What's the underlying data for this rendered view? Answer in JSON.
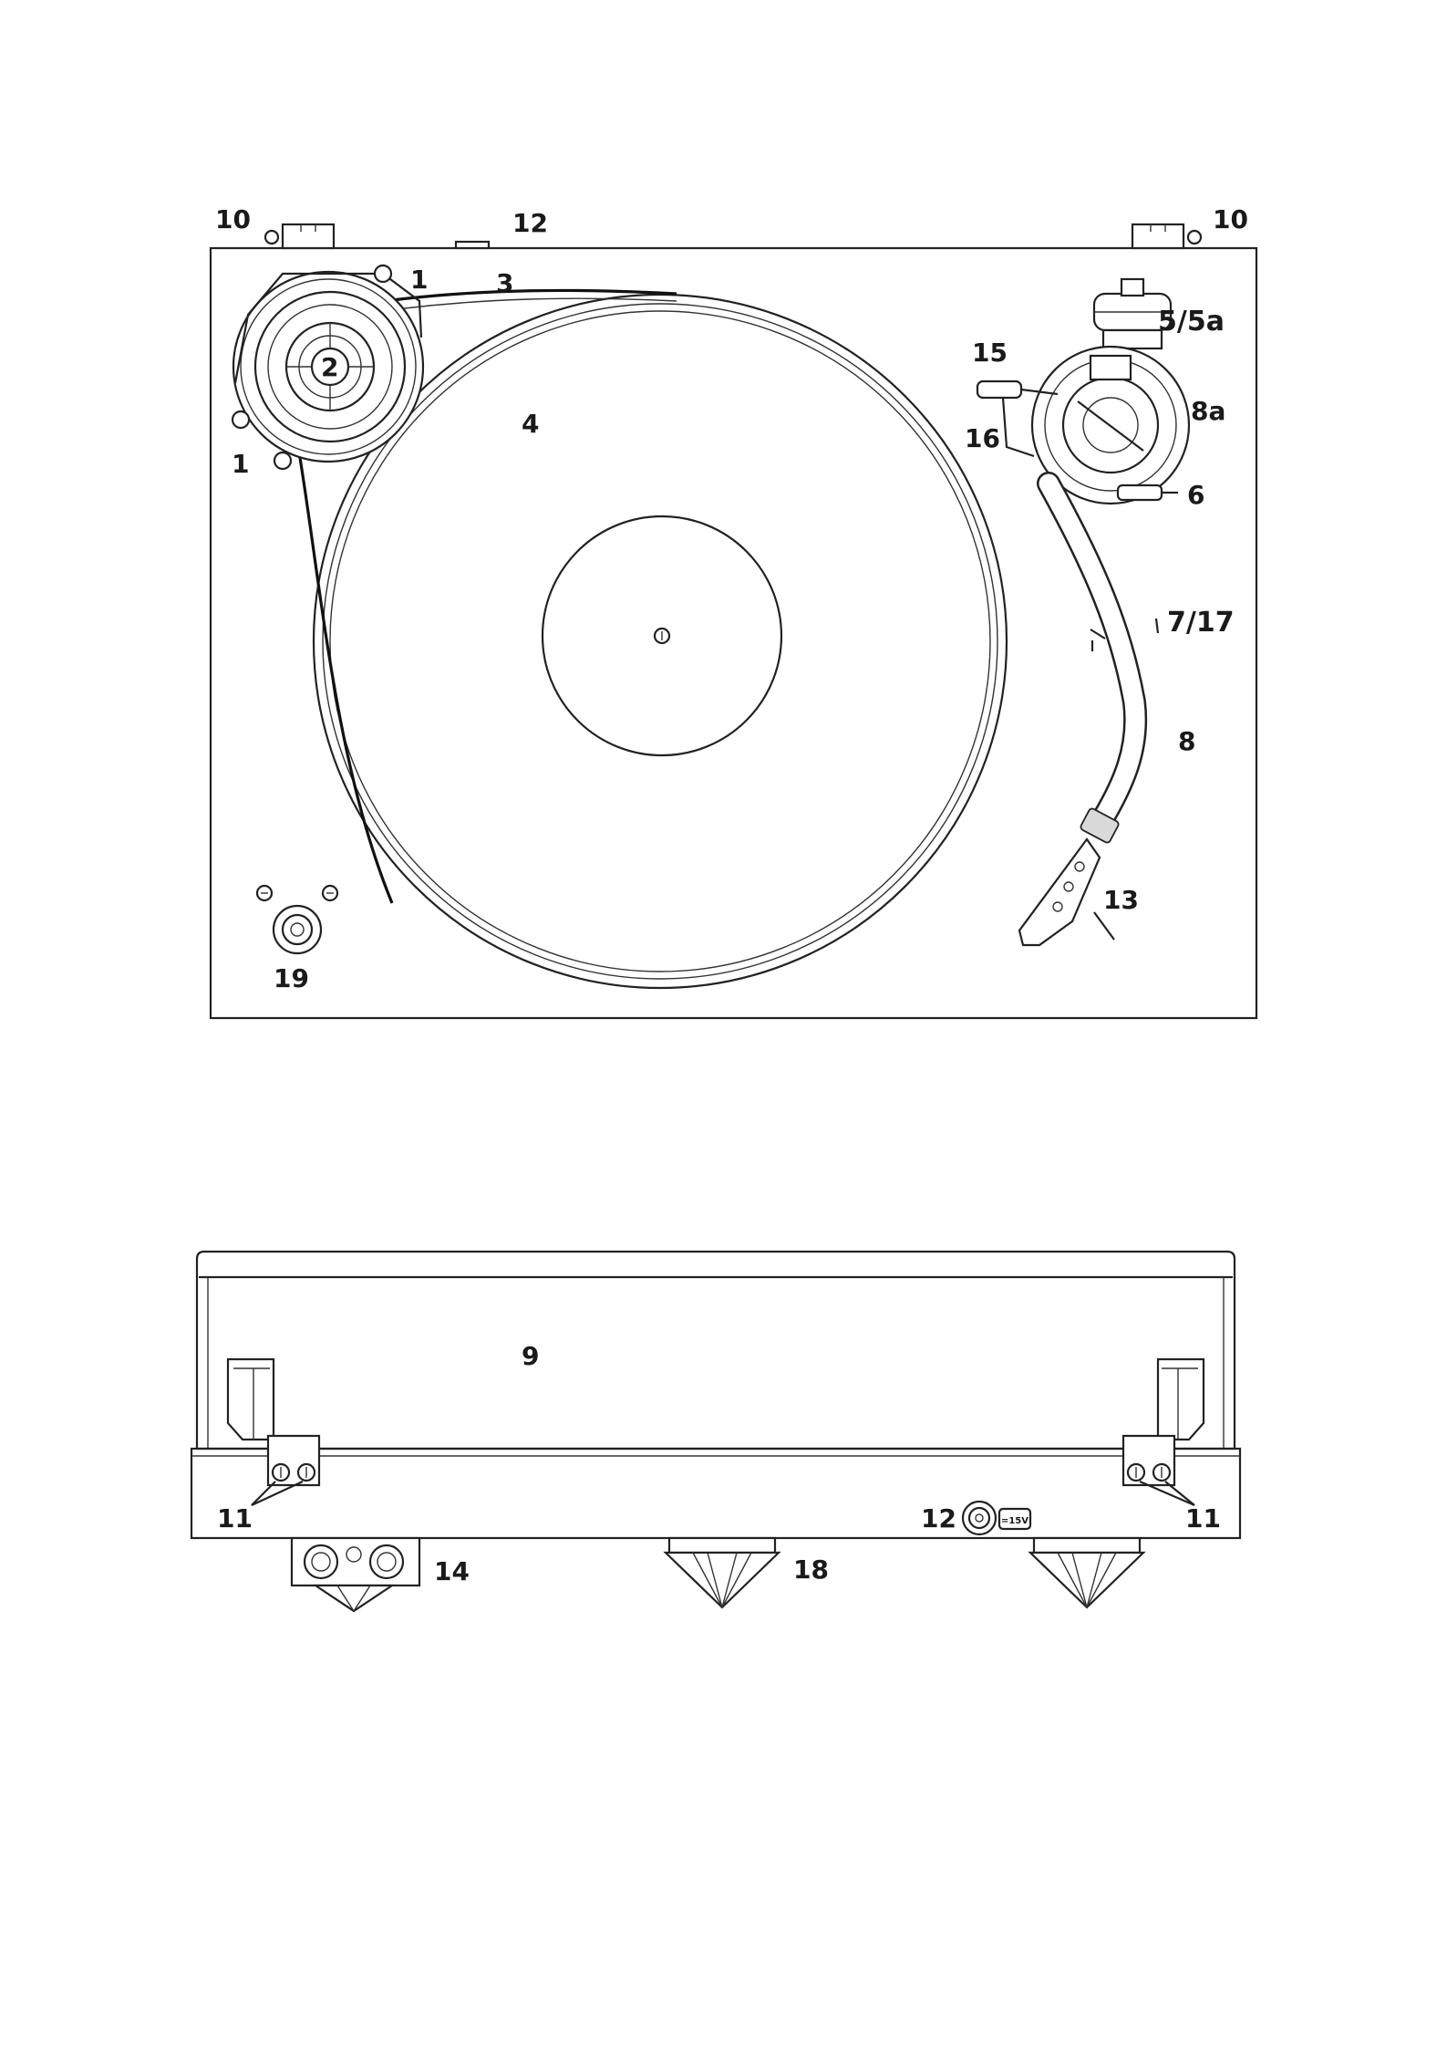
{
  "top_view": {
    "callouts": {
      "hinge_left": "10",
      "hinge_right": "10",
      "power_socket": "12",
      "motor_screw_upper": "1",
      "motor_screw_lower": "1",
      "belt": "3",
      "pulley": "2",
      "platter": "4",
      "counterweight": "5/5a",
      "anti_skating": "15",
      "tonearm_base": "8a",
      "anti_skating_weight": "16",
      "arm_lift": "6",
      "arm_rest": "7/17",
      "tonearm": "8",
      "headshell": "13",
      "speed_knob": "19"
    }
  },
  "rear_view": {
    "callouts": {
      "dust_cover": "9",
      "hinge_screws_left": "11",
      "hinge_screws_right": "11",
      "power_input": "12",
      "power_input_tag": "=15V",
      "rca_outputs": "14",
      "feet": "18"
    }
  }
}
